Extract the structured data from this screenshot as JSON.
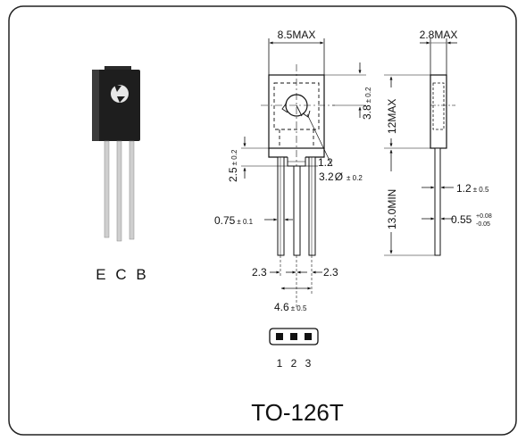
{
  "package_name": "TO-126T",
  "pin_order_label": "E C B",
  "footprint_pins": [
    "1",
    "2",
    "3"
  ],
  "front_view": {
    "width": "8.5MAX",
    "hole_to_top": "3.8",
    "hole_to_top_tol": "± 0.2",
    "body_bottom_step": "2.5",
    "body_bottom_step_tol": "± 0.2",
    "hole_offset": "1.2",
    "hole_diameter": "3.2",
    "diameter_symbol": "Ø",
    "hole_diameter_tol": "± 0.2",
    "lead_width": "0.75",
    "lead_width_tol": "± 0.1",
    "pitch_left": "2.3",
    "pitch_right": "2.3",
    "lead_span": "4.6",
    "lead_span_tol": "± 0.5"
  },
  "side_view": {
    "thickness": "2.8MAX",
    "body_height": "12MAX",
    "lead_length": "13.0MIN",
    "tab_step": "1.2",
    "tab_step_tol": "± 0.5",
    "lead_thickness": "0.55",
    "lead_thickness_tol_plus": "+0.08",
    "lead_thickness_tol_minus": "-0.05"
  }
}
